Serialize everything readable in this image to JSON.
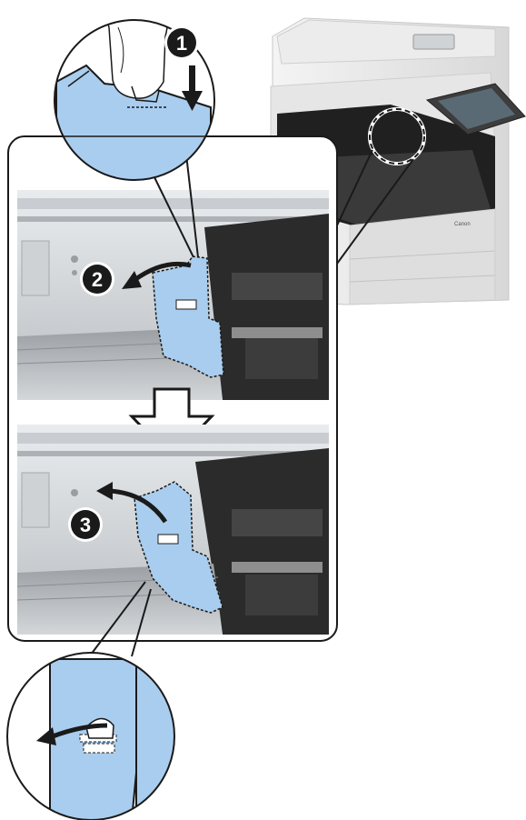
{
  "steps": [
    {
      "number": "1"
    },
    {
      "number": "2"
    },
    {
      "number": "3"
    }
  ],
  "printer": {
    "brand": "Canon"
  },
  "colors": {
    "part_fill": "#a9cdee",
    "part_stroke": "#1a1a1a",
    "callout_stroke": "#1a1a1a",
    "panel_bg": "#d6d9dc",
    "interior_dark": "#2a2a2a",
    "step_badge": "#1a1a1a"
  },
  "icons": [
    "down-arrow-icon",
    "curved-arrow-left-icon",
    "curved-arrow-return-icon",
    "hollow-down-arrow-icon",
    "dashed-circle-highlight-icon"
  ]
}
